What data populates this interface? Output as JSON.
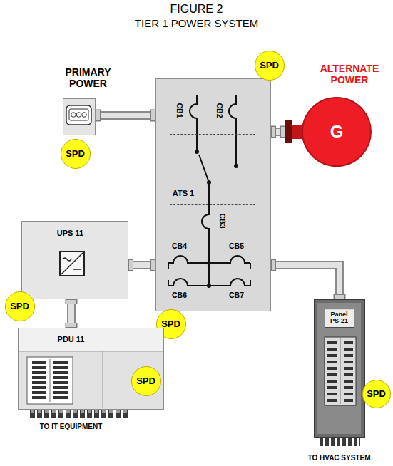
{
  "diagram": {
    "title": "FIGURE 2",
    "nodes": [
      {
        "text": [
          "PRIMARY POWER"
        ]
      },
      {
        "text": [
          "SPD"
        ],
        "in": 0
      },
      {
        "text": [
          "CB1",
          "CB2",
          "CB3",
          "CB4",
          "CB5",
          "CB6",
          "CB7"
        ]
      },
      {
        "text": [
          "SPD"
        ],
        "in": 2
      },
      {
        "text": [
          "ATS 1"
        ],
        "in": 2
      },
      {
        "text": [
          "SPD"
        ],
        "in": 2
      },
      {
        "text": [
          "ALTERNATE POWER",
          "G"
        ]
      },
      {
        "text": [
          "UPS 11"
        ]
      },
      {
        "text": [
          "SPD"
        ],
        "in": 7
      },
      {
        "text": [
          "PDU 11",
          "TO IT EQUIPMENT"
        ]
      },
      {
        "text": [
          "SPD"
        ],
        "in": 9
      },
      {
        "text": [
          "Panel PS-21",
          "TO HVAC SYSTEM"
        ]
      },
      {
        "text": [
          "SPD"
        ],
        "in": 11
      }
    ],
    "edges": [
      {
        "from": 0,
        "to": 2,
        "arrow": "none"
      },
      {
        "from": 6,
        "to": 2,
        "arrow": "none"
      },
      {
        "from": 2,
        "to": 7,
        "arrow": "none"
      },
      {
        "from": 7,
        "to": 9,
        "arrow": "none"
      },
      {
        "from": 2,
        "to": 11,
        "arrow": "none"
      }
    ],
    "labels": [
      "TIER 1 POWER SYSTEM"
    ]
  }
}
